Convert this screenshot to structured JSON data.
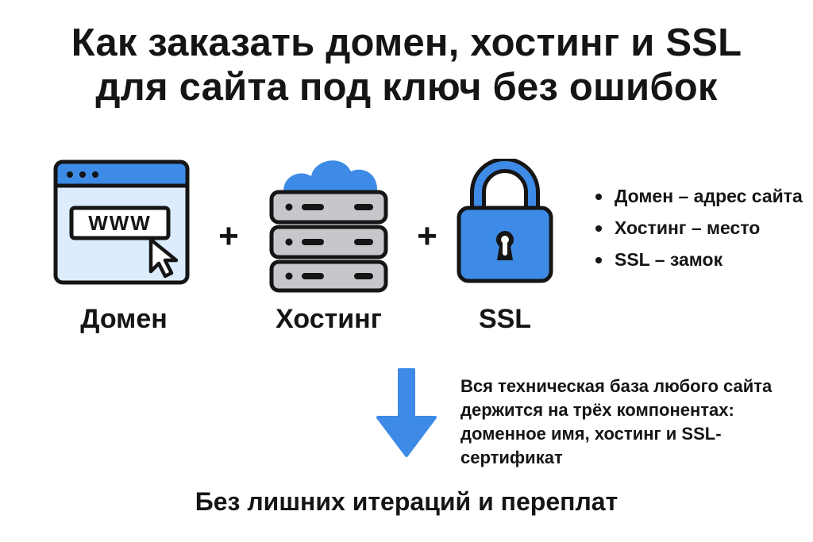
{
  "title": {
    "line1": "Как заказать домен, хостинг и SSL",
    "line2": "для сайта под ключ без ошибок"
  },
  "items": [
    {
      "label": "Домен",
      "icon": "browser-www-icon",
      "icon_text": "WWW"
    },
    {
      "label": "Хостинг",
      "icon": "cloud-server-icon"
    },
    {
      "label": "SSL",
      "icon": "padlock-icon"
    }
  ],
  "operators": [
    "+",
    "+"
  ],
  "bullets": [
    "Домен – адрес сайта",
    "Хостинг – место",
    "SSL – замок"
  ],
  "note": "Вся техническая база любого сайта держится на трёх компонентах: доменное имя, хостинг и SSL-сертификат",
  "footer": "Без лишних итераций и переплат",
  "colors": {
    "accent_blue": "#3d8be6",
    "light_blue": "#dcecfc",
    "server_gray": "#c5c7cb",
    "outline": "#151515"
  }
}
